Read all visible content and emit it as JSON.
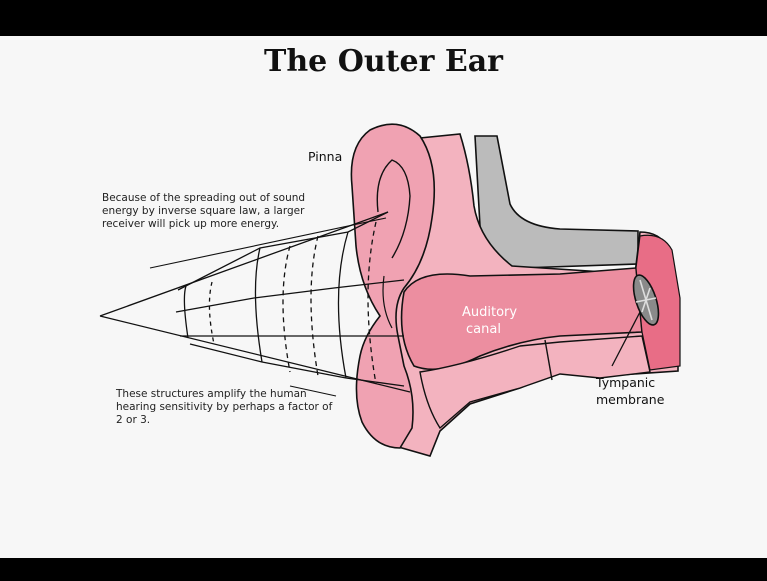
{
  "slide": {
    "title": "The Outer Ear",
    "notes": {
      "spreading": "Because of the spreading out of sound energy by inverse square law, a larger receiver will pick up more energy.",
      "amplify": "These structures amplify the human hearing sensitivity by perhaps a factor of 2 or 3."
    },
    "labels": {
      "pinna": "Pinna",
      "auditory_canal_line1": "Auditory",
      "auditory_canal_line2": "canal",
      "tympanic_line1": "Tympanic",
      "tympanic_line2": "membrane"
    }
  },
  "colors": {
    "background": "#f7f7f7",
    "bar": "#000000",
    "pink_light": "#f3b3bf",
    "pink_mid": "#ec8ea0",
    "pink_dark": "#e0607b",
    "bone_gray": "#bbbbbb"
  }
}
